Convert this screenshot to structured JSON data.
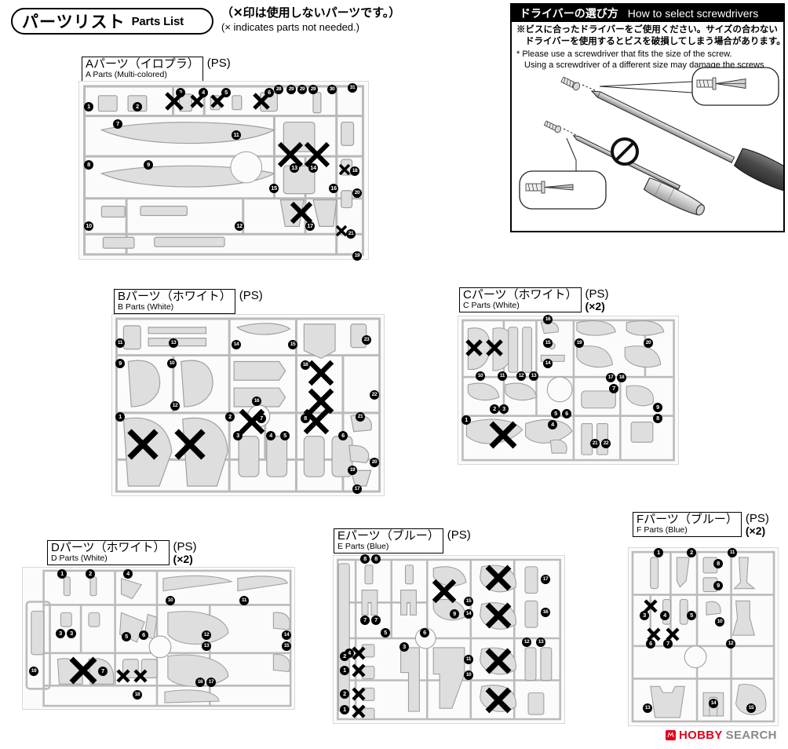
{
  "header": {
    "title_jp": "パーツリスト",
    "title_en": "Parts List",
    "note_jp": "（✕印は使用しないパーツです。）",
    "note_en": "(× indicates parts not needed.)"
  },
  "screwdriver_panel": {
    "header_jp": "ドライバーの選び方",
    "header_en": "How to select screwdrivers",
    "jp_line1": "※ビスに合ったドライバーをご使用ください。サイズの合わない",
    "jp_line2": "ドライバーを使用するとビスを破損してしまう場合があります。",
    "en_line1": "* Please use a screwdriver that fits the size of the screw.",
    "en_line2": "Using a screwdriver of a different size may damage the screws"
  },
  "runners": [
    {
      "id": "A",
      "label_jp": "Aパーツ（イロプラ）",
      "label_en": "A Parts (Multi-colored)",
      "material": "(PS)",
      "qty": "",
      "parts": [
        1,
        2,
        3,
        4,
        5,
        6,
        7,
        8,
        9,
        10,
        11,
        12,
        13,
        14,
        15,
        16,
        17,
        18,
        19,
        20,
        21,
        28,
        29,
        29,
        29,
        30,
        31
      ],
      "not_needed": [
        3,
        4,
        5,
        6,
        13,
        14,
        17,
        19,
        21
      ]
    },
    {
      "id": "B",
      "label_jp": "Bパーツ（ホワイト）",
      "label_en": "B Parts (White)",
      "material": "(PS)",
      "qty": "",
      "parts": [
        1,
        2,
        3,
        4,
        5,
        6,
        7,
        8,
        9,
        10,
        11,
        12,
        13,
        14,
        15,
        16,
        17,
        18,
        19,
        20,
        21,
        22,
        23
      ],
      "not_needed": [
        1,
        2,
        7,
        8,
        13,
        16
      ]
    },
    {
      "id": "C",
      "label_jp": "Cパーツ（ホワイト）",
      "label_en": "C Parts (White)",
      "material": "(PS)",
      "qty": "(×2)",
      "parts": [
        1,
        2,
        3,
        4,
        5,
        6,
        7,
        8,
        9,
        10,
        11,
        12,
        13,
        14,
        15,
        16,
        17,
        18,
        19,
        20,
        21,
        22
      ],
      "not_needed": [
        1,
        10,
        11
      ]
    },
    {
      "id": "D",
      "label_jp": "Dパーツ（ホワイト）",
      "label_en": "D Parts (White)",
      "material": "(PS)",
      "qty": "(×2)",
      "parts": [
        1,
        2,
        3,
        3,
        4,
        5,
        6,
        7,
        10,
        11,
        12,
        13,
        14,
        15,
        16,
        17,
        18,
        19
      ],
      "not_needed": [
        7
      ]
    },
    {
      "id": "E",
      "label_jp": "Eパーツ（ブルー）",
      "label_en": "E Parts (Blue)",
      "material": "(PS)",
      "qty": "",
      "parts": [
        1,
        1,
        2,
        2,
        3,
        4,
        5,
        6,
        7,
        7,
        8,
        8,
        9,
        10,
        11,
        12,
        13,
        14,
        15,
        16,
        17
      ],
      "not_needed": [
        1,
        1,
        2,
        2,
        9,
        10,
        11,
        15
      ]
    },
    {
      "id": "F",
      "label_jp": "Fパーツ（ブルー）",
      "label_en": "F Parts (Blue)",
      "material": "(PS)",
      "qty": "(×2)",
      "parts": [
        1,
        2,
        3,
        4,
        5,
        6,
        7,
        8,
        9,
        10,
        11,
        12,
        13,
        14,
        15
      ],
      "not_needed": [
        3,
        6,
        7
      ]
    }
  ],
  "watermark": {
    "brand": "HOBBY",
    "suffix": "SEARCH"
  }
}
